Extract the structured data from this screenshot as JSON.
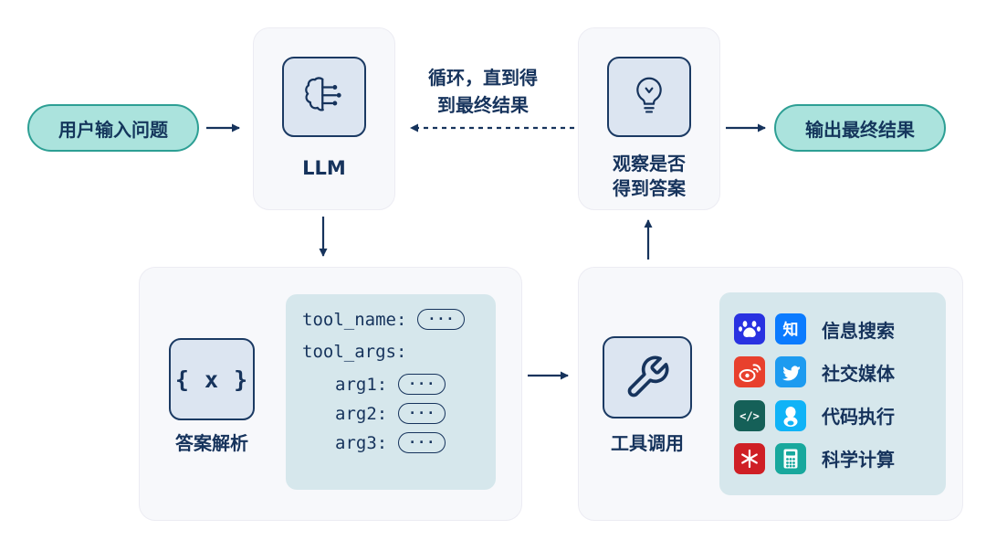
{
  "colors": {
    "navy": "#16335c",
    "teal_pill_bg": "#abe3dd",
    "teal_pill_border": "#2d9f94",
    "card_bg": "#f7f8fb",
    "icon_box_bg": "#dce5f1",
    "panel_bg": "#d6e7ec",
    "baidu_blue": "#2932e1",
    "zhihu_blue": "#0b7bff",
    "weibo_red": "#e8402d",
    "bird_blue": "#1d9bf0",
    "code_green": "#156058",
    "qq_blue": "#10b3f7",
    "wolfram_red": "#cf1f25",
    "calculator_teal": "#18a89d"
  },
  "flow": {
    "start_pill": "用户输入问题",
    "end_pill": "输出最终结果",
    "loop_label_line1": "循环，直到得",
    "loop_label_line2": "到最终结果",
    "llm": {
      "label": "LLM",
      "icon": "brain-circuit-icon"
    },
    "observe": {
      "label_line1": "观察是否",
      "label_line2": "得到答案",
      "icon": "lightbulb-icon"
    },
    "parse": {
      "label": "答案解析",
      "icon_text": "{ x }",
      "code": {
        "tool_name_label": "tool_name:",
        "tool_args_label": "tool_args:",
        "args": [
          "arg1:",
          "arg2:",
          "arg3:"
        ],
        "ellipsis": "···"
      }
    },
    "tools": {
      "label": "工具调用",
      "icon": "wrench-icon",
      "zhihu_glyph": "知",
      "code_glyph": "</>",
      "rows": [
        {
          "icons": [
            "baidu-icon",
            "zhihu-icon"
          ],
          "label": "信息搜索"
        },
        {
          "icons": [
            "weibo-icon",
            "bluebird-icon"
          ],
          "label": "社交媒体"
        },
        {
          "icons": [
            "code-icon",
            "qq-icon"
          ],
          "label": "代码执行"
        },
        {
          "icons": [
            "wolfram-icon",
            "calculator-icon"
          ],
          "label": "科学计算"
        }
      ]
    }
  }
}
